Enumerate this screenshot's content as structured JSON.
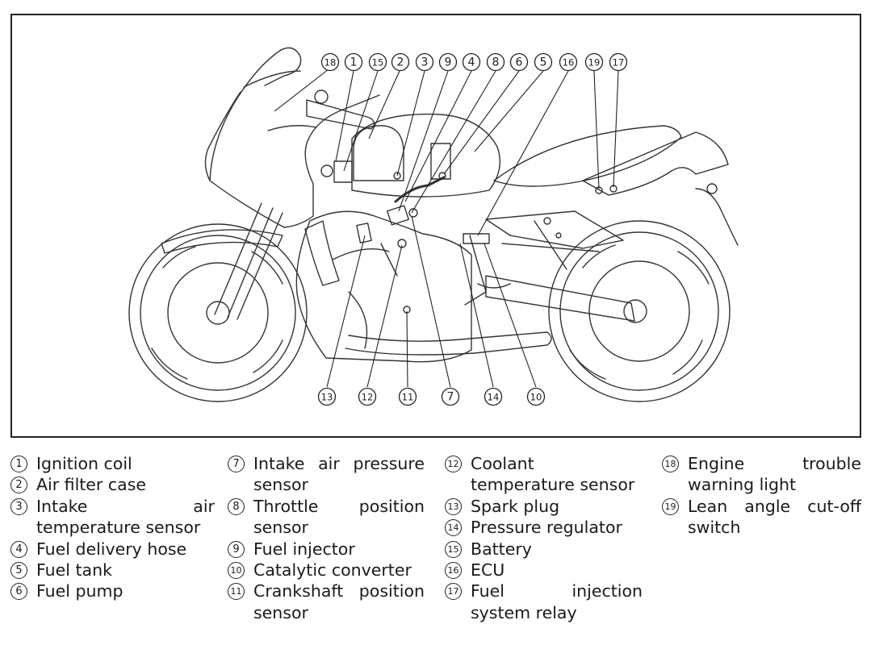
{
  "diagram": {
    "callouts_top": [
      "18",
      "1",
      "15",
      "2",
      "3",
      "9",
      "4",
      "8",
      "6",
      "5",
      "16",
      "19",
      "17"
    ],
    "callouts_bottom": [
      "13",
      "12",
      "11",
      "7",
      "14",
      "10"
    ]
  },
  "legend": {
    "columns": [
      [
        {
          "num": "1",
          "text": "Ignition coil"
        },
        {
          "num": "2",
          "text": "Air filter case"
        },
        {
          "num": "3",
          "text": "Intake air temperature sensor"
        },
        {
          "num": "4",
          "text": "Fuel delivery hose"
        },
        {
          "num": "5",
          "text": "Fuel tank"
        },
        {
          "num": "6",
          "text": "Fuel pump"
        }
      ],
      [
        {
          "num": "7",
          "text": "Intake air pressure sensor"
        },
        {
          "num": "8",
          "text": "Throttle position sensor"
        },
        {
          "num": "9",
          "text": "Fuel injector"
        },
        {
          "num": "10",
          "text": "Catalytic converter"
        },
        {
          "num": "11",
          "text": "Crankshaft position sensor"
        }
      ],
      [
        {
          "num": "12",
          "text": "Coolant temperature sensor"
        },
        {
          "num": "13",
          "text": "Spark plug"
        },
        {
          "num": "14",
          "text": "Pressure regulator"
        },
        {
          "num": "15",
          "text": "Battery"
        },
        {
          "num": "16",
          "text": "ECU"
        },
        {
          "num": "17",
          "text": "Fuel injection system relay"
        }
      ],
      [
        {
          "num": "18",
          "text": "Engine trouble warning light"
        },
        {
          "num": "19",
          "text": "Lean angle cut-off switch"
        }
      ]
    ]
  }
}
